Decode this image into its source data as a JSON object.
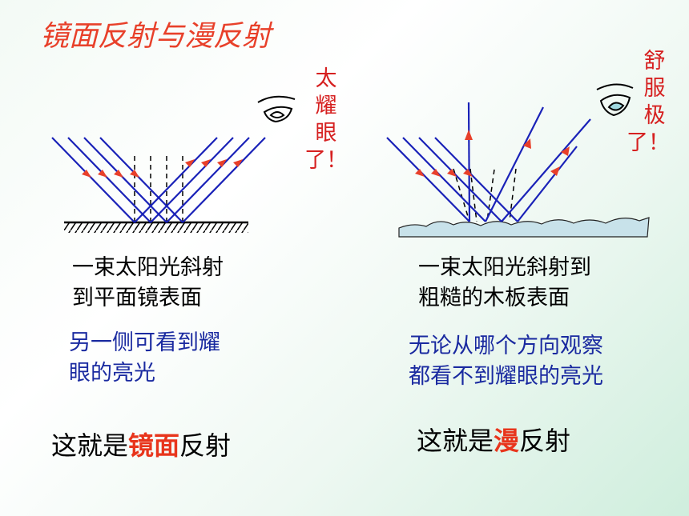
{
  "title": "镜面反射与漫反射",
  "left": {
    "exclaim": [
      "太",
      "耀",
      "眼",
      "了！"
    ],
    "caption": [
      "一束太阳光斜射",
      "到平面镜表面"
    ],
    "blue_note": [
      "另一侧可看到耀",
      "眼的亮光"
    ],
    "conclusion": {
      "prefix": "这就是",
      "highlight": "镜面",
      "suffix": "反射"
    }
  },
  "right": {
    "exclaim": [
      "舒",
      "服",
      "极",
      "了！"
    ],
    "caption": [
      "一束太阳光斜射到",
      "粗糙的木板表面"
    ],
    "blue_note": [
      "无论从哪个方向观察",
      "都看不到耀眼的亮光"
    ],
    "conclusion": {
      "prefix": "这就是",
      "highlight": "漫",
      "suffix": "反射"
    }
  },
  "colors": {
    "title": "#e8402a",
    "ray": "#1a22b8",
    "arrow": "#e8402a",
    "exclaim": "#d62020",
    "note": "#1a2aa0",
    "board": "#c8e2ea"
  }
}
